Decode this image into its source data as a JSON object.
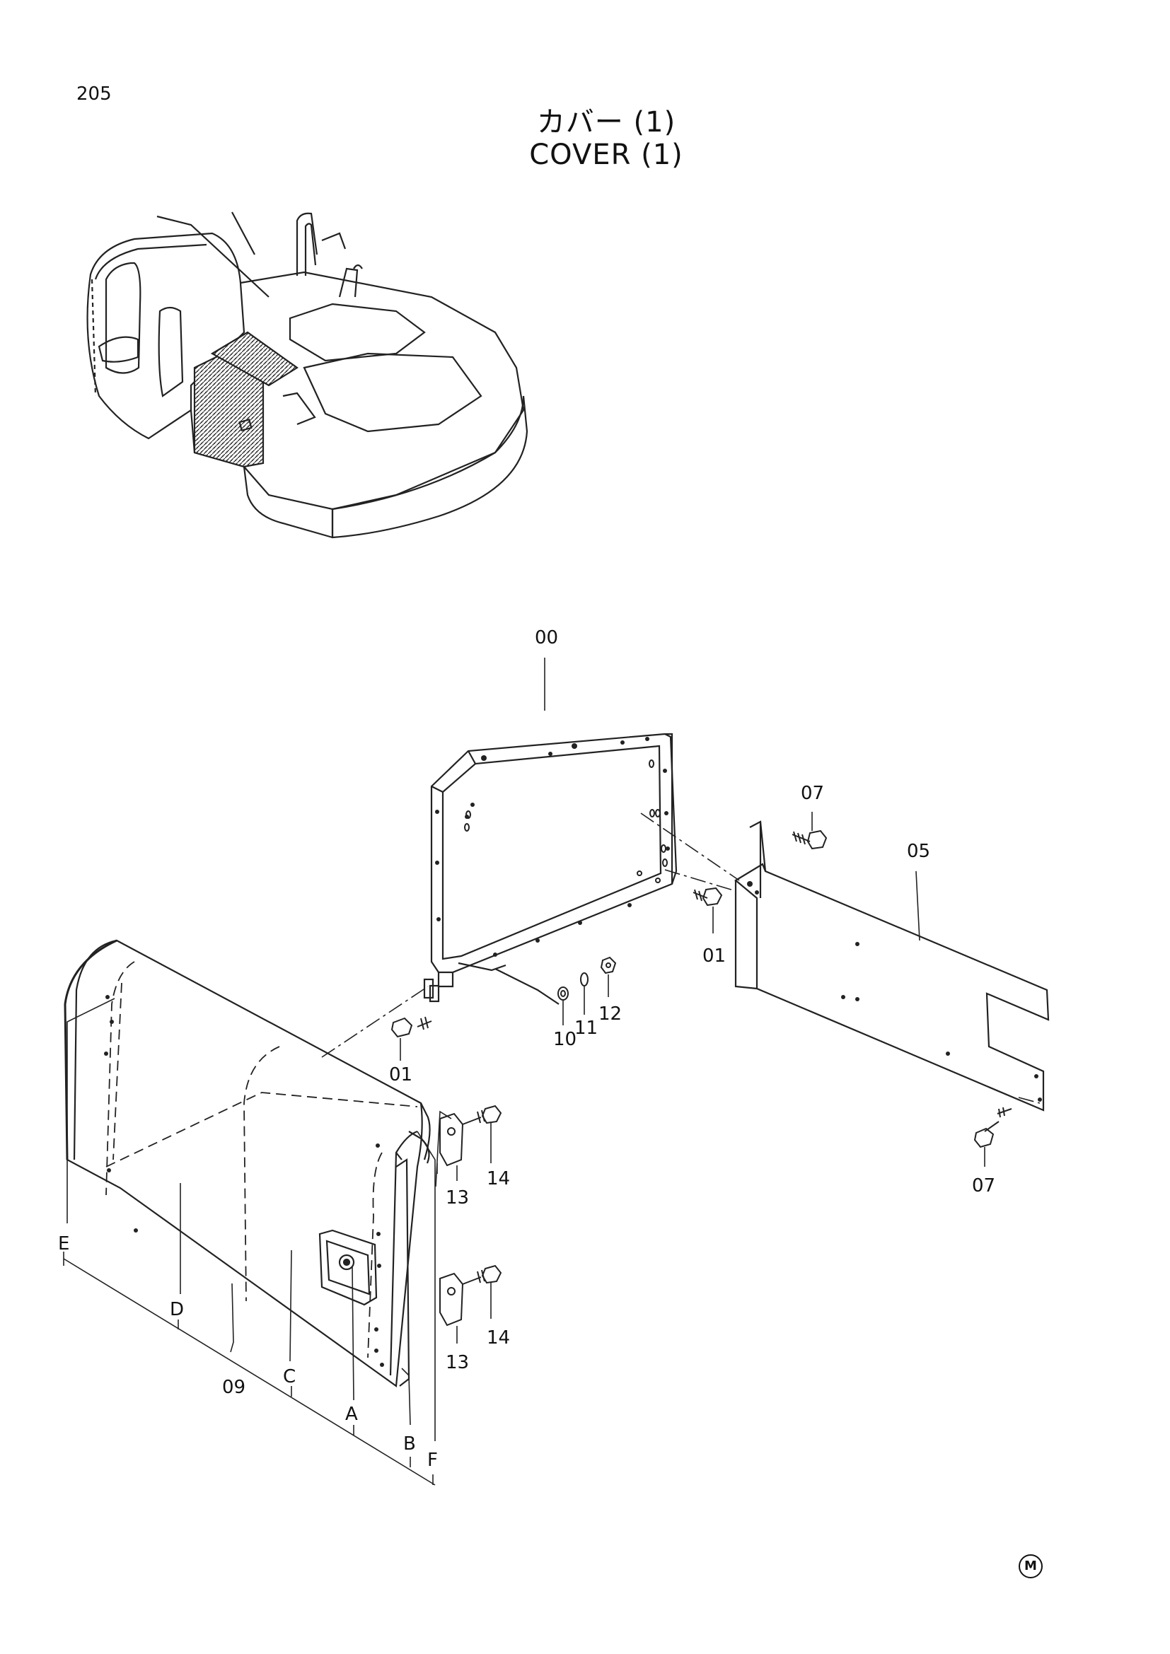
{
  "page": {
    "number": "205",
    "title_jp": "カバー (1)",
    "title_en": "COVER (1)",
    "mark": "M"
  },
  "callouts": {
    "c00": "00",
    "c07a": "07",
    "c05": "05",
    "c01a": "01",
    "c01b": "01",
    "c10": "10",
    "c11": "11",
    "c12": "12",
    "c07b": "07",
    "c13a": "13",
    "c14a": "14",
    "c13b": "13",
    "c14b": "14",
    "c09": "09",
    "lA": "A",
    "lB": "B",
    "lC": "C",
    "lD": "D",
    "lE": "E",
    "lF": "F"
  }
}
